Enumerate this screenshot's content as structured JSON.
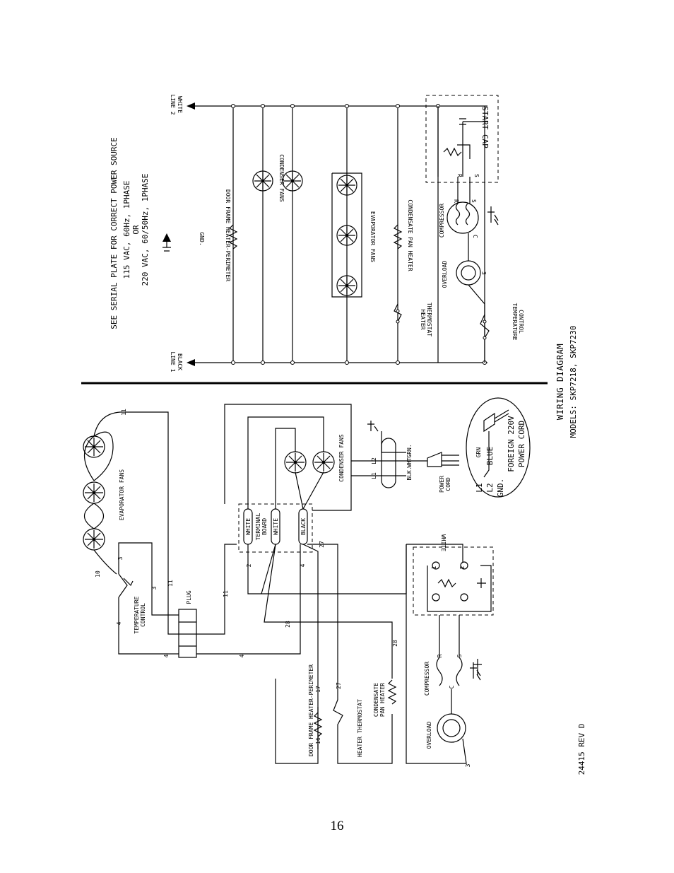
{
  "page_number": "16",
  "title": "WIRING DIAGRAM",
  "models": "MODELS: SKP7218, SKP7230",
  "doc_rev": "24415 REV D",
  "schematic": {
    "line2": "LINE 2",
    "line2_color": "WHITE",
    "line1": "LINE 1",
    "line1_color": "BLACK",
    "source_note_1": "SEE SERIAL PLATE FOR CORRECT POWER SOURCE",
    "source_note_2": "115 VAC, 60Hz, 1PHASE",
    "source_note_3": "OR",
    "source_note_4": "220 VAC, 60/50Hz, 1PHASE",
    "gnd": "GND.",
    "door_heater": "DOOR FRAME HEATER-PERIMETER",
    "condenser_fans": "CONDENSER FANS",
    "evaporator_fans": "EVAPORATOR FANS",
    "condensate_heater": "CONDENSATE PAN HEATER",
    "heater_thermostat_1": "HEATER",
    "heater_thermostat_2": "THERMOSTAT",
    "start_cap": "START CAP",
    "compressor": "COMPRESSOR",
    "overload": "OVERLOAD",
    "temp_control_1": "TEMPERATURE",
    "temp_control_2": "CONTROL",
    "r": "R",
    "s": "S",
    "c": "C",
    "three": "3"
  },
  "pictorial": {
    "evaporator_fans": "EVAPORATOR FANS",
    "condenser_fans": "CONDENSER FANS",
    "terminal_board_1": "TERMINAL",
    "terminal_board_2": "BOARD",
    "white_a": "WHITE",
    "white_b": "WHITE",
    "black": "BLACK",
    "white_label": "WHITE",
    "plug": "PLUG",
    "temp_control_1": "TEMPERATURE",
    "temp_control_2": "CONTROL",
    "door_heater": "DOOR FRAME HEATER-PERIMETER",
    "heater_thermostat": "HEATER THERMOSTAT",
    "condensate_1": "CONDENSATE",
    "condensate_2": "PAN HEATER",
    "compressor": "COMPRESSOR",
    "overload": "OVERLOAD",
    "power_cord_1": "POWER",
    "power_cord_2": "CORD",
    "grn": "GRN.",
    "wht": "WHT.",
    "blk": "BLK.",
    "l1": "L1",
    "l2": "L2",
    "w_1": "1",
    "w_2": "2",
    "w_3": "3",
    "w_4": "4",
    "w_10": "10",
    "w_11": "11",
    "w_16": "16",
    "w_17": "17",
    "w_27": "27",
    "w_28": "28",
    "r": "R",
    "s": "S",
    "c": "C"
  },
  "foreign_cord": {
    "l1": "L1",
    "l2": "L2",
    "gnd": "GND.",
    "grn": "GRN",
    "blue": "BLUE",
    "title_1": "FOREIGN 220V",
    "title_2": "POWER CORD"
  }
}
